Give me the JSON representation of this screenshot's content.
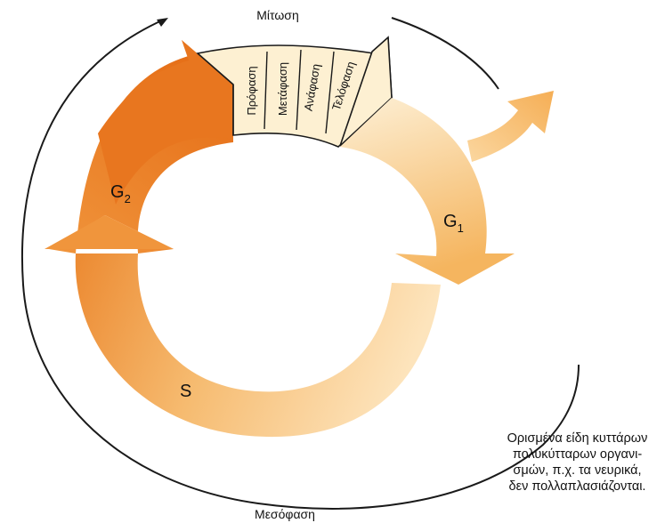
{
  "labels": {
    "mitosis": "Μίτωση",
    "interphase": "Μεσόφαση",
    "g2": "G",
    "g2_sub": "2",
    "g1": "G",
    "g1_sub": "1",
    "s": "S"
  },
  "phases": [
    "Πρόφαση",
    "Μετάφαση",
    "Ανάφαση",
    "Τελόφαση"
  ],
  "note_lines": [
    "Ορισμένα είδη κυττάρων",
    "πολυκύτταρων οργανι-",
    "σμών, π.χ. τα νευρικά,",
    "δεν πολλαπλασιάζονται."
  ],
  "colors": {
    "g2_dark": "#e8761f",
    "s_mid": "#f3ad5a",
    "s_light": "#fbe0b4",
    "g1_light": "#fde8c4",
    "g1_arrow": "#f6b866",
    "mitosis_fill": "#fdf0d2",
    "outline": "#1a1a1a"
  }
}
